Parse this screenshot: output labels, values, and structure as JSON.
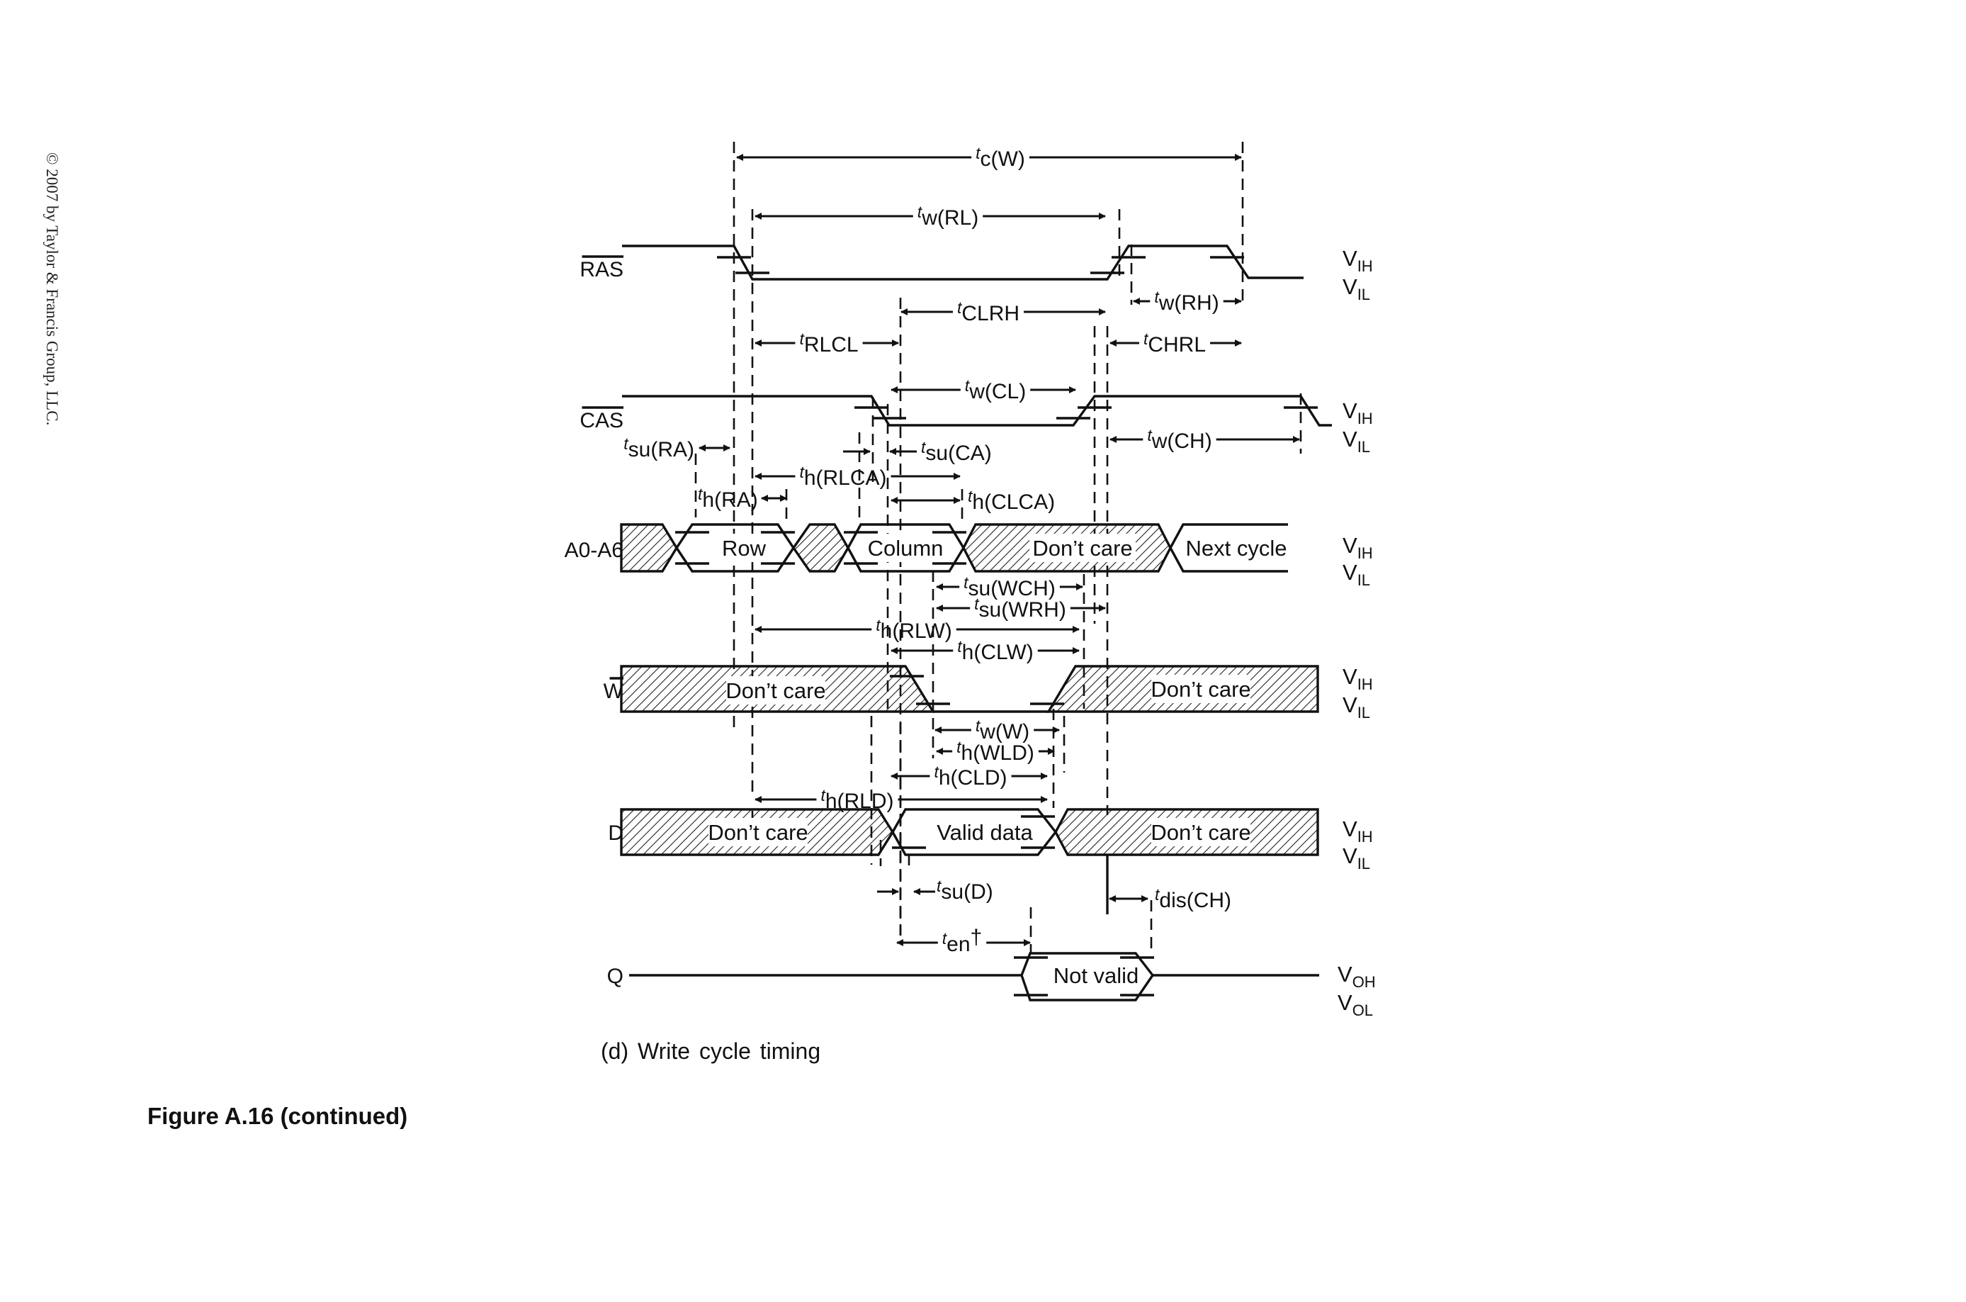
{
  "copyright": "© 2007 by Taylor & Francis Group, LLC.",
  "figure_caption": "Figure A.16 (continued)",
  "subcaption": "(d)  Write cycle timing",
  "signals": {
    "ras": {
      "name": "RAS",
      "overbar": true
    },
    "cas": {
      "name": "CAS",
      "overbar": true
    },
    "addr": {
      "name": "A0-A6",
      "overbar": false
    },
    "w": {
      "name": "W",
      "overbar": true
    },
    "d": {
      "name": "D",
      "overbar": false
    },
    "q": {
      "name": "Q",
      "overbar": false
    }
  },
  "levels": {
    "ras": [
      "V|IH",
      "V|IL"
    ],
    "cas": [
      "V|IH",
      "V|IL"
    ],
    "addr": [
      "V|IH",
      "V|IL"
    ],
    "w": [
      "V|IH",
      "V|IL"
    ],
    "d": [
      "V|IH",
      "V|IL"
    ],
    "q": [
      "V|OH",
      "V|OL"
    ]
  },
  "box_labels": {
    "row": "Row",
    "column": "Column",
    "addr_dont_care": "Don’t care",
    "next_cycle": "Next cycle",
    "w_dont_care_left": "Don’t care",
    "w_dont_care_right": "Don’t care",
    "d_dont_care_left": "Don’t care",
    "valid_data": "Valid data",
    "d_dont_care_right": "Don’t care",
    "not_valid": "Not valid"
  },
  "timing_params": [
    {
      "id": "tc_w",
      "t": "t",
      "sub": "c(W)"
    },
    {
      "id": "tw_rl",
      "t": "t",
      "sub": "w(RL)"
    },
    {
      "id": "tw_rh",
      "t": "t",
      "sub": "w(RH)"
    },
    {
      "id": "t_clrh",
      "t": "t",
      "sub": "CLRH"
    },
    {
      "id": "t_rlcl",
      "t": "t",
      "sub": "RLCL"
    },
    {
      "id": "t_chrl",
      "t": "t",
      "sub": "CHRL"
    },
    {
      "id": "tw_cl",
      "t": "t",
      "sub": "w(CL)"
    },
    {
      "id": "tw_ch",
      "t": "t",
      "sub": "w(CH)"
    },
    {
      "id": "tsu_ra",
      "t": "t",
      "sub": "su(RA)"
    },
    {
      "id": "tsu_ca",
      "t": "t",
      "sub": "su(CA)"
    },
    {
      "id": "th_rlca",
      "t": "t",
      "sub": "h(RLCA)"
    },
    {
      "id": "th_ra",
      "t": "t",
      "sub": "h(RA)"
    },
    {
      "id": "th_clca",
      "t": "t",
      "sub": "h(CLCA)"
    },
    {
      "id": "tsu_wch",
      "t": "t",
      "sub": "su(WCH)"
    },
    {
      "id": "tsu_wrh",
      "t": "t",
      "sub": "su(WRH)"
    },
    {
      "id": "th_rlw",
      "t": "t",
      "sub": "h(RLW)"
    },
    {
      "id": "th_clw",
      "t": "t",
      "sub": "h(CLW)"
    },
    {
      "id": "tw_w",
      "t": "t",
      "sub": "w(W)"
    },
    {
      "id": "th_wld",
      "t": "t",
      "sub": "h(WLD)"
    },
    {
      "id": "th_cld",
      "t": "t",
      "sub": "h(CLD)"
    },
    {
      "id": "th_rld",
      "t": "t",
      "sub": "h(RLD)"
    },
    {
      "id": "tsu_d",
      "t": "t",
      "sub": "su(D)"
    },
    {
      "id": "tdis_ch",
      "t": "t",
      "sub": "dis(CH)"
    },
    {
      "id": "t_en",
      "t": "t",
      "sub": "en",
      "suffix": "†"
    }
  ]
}
